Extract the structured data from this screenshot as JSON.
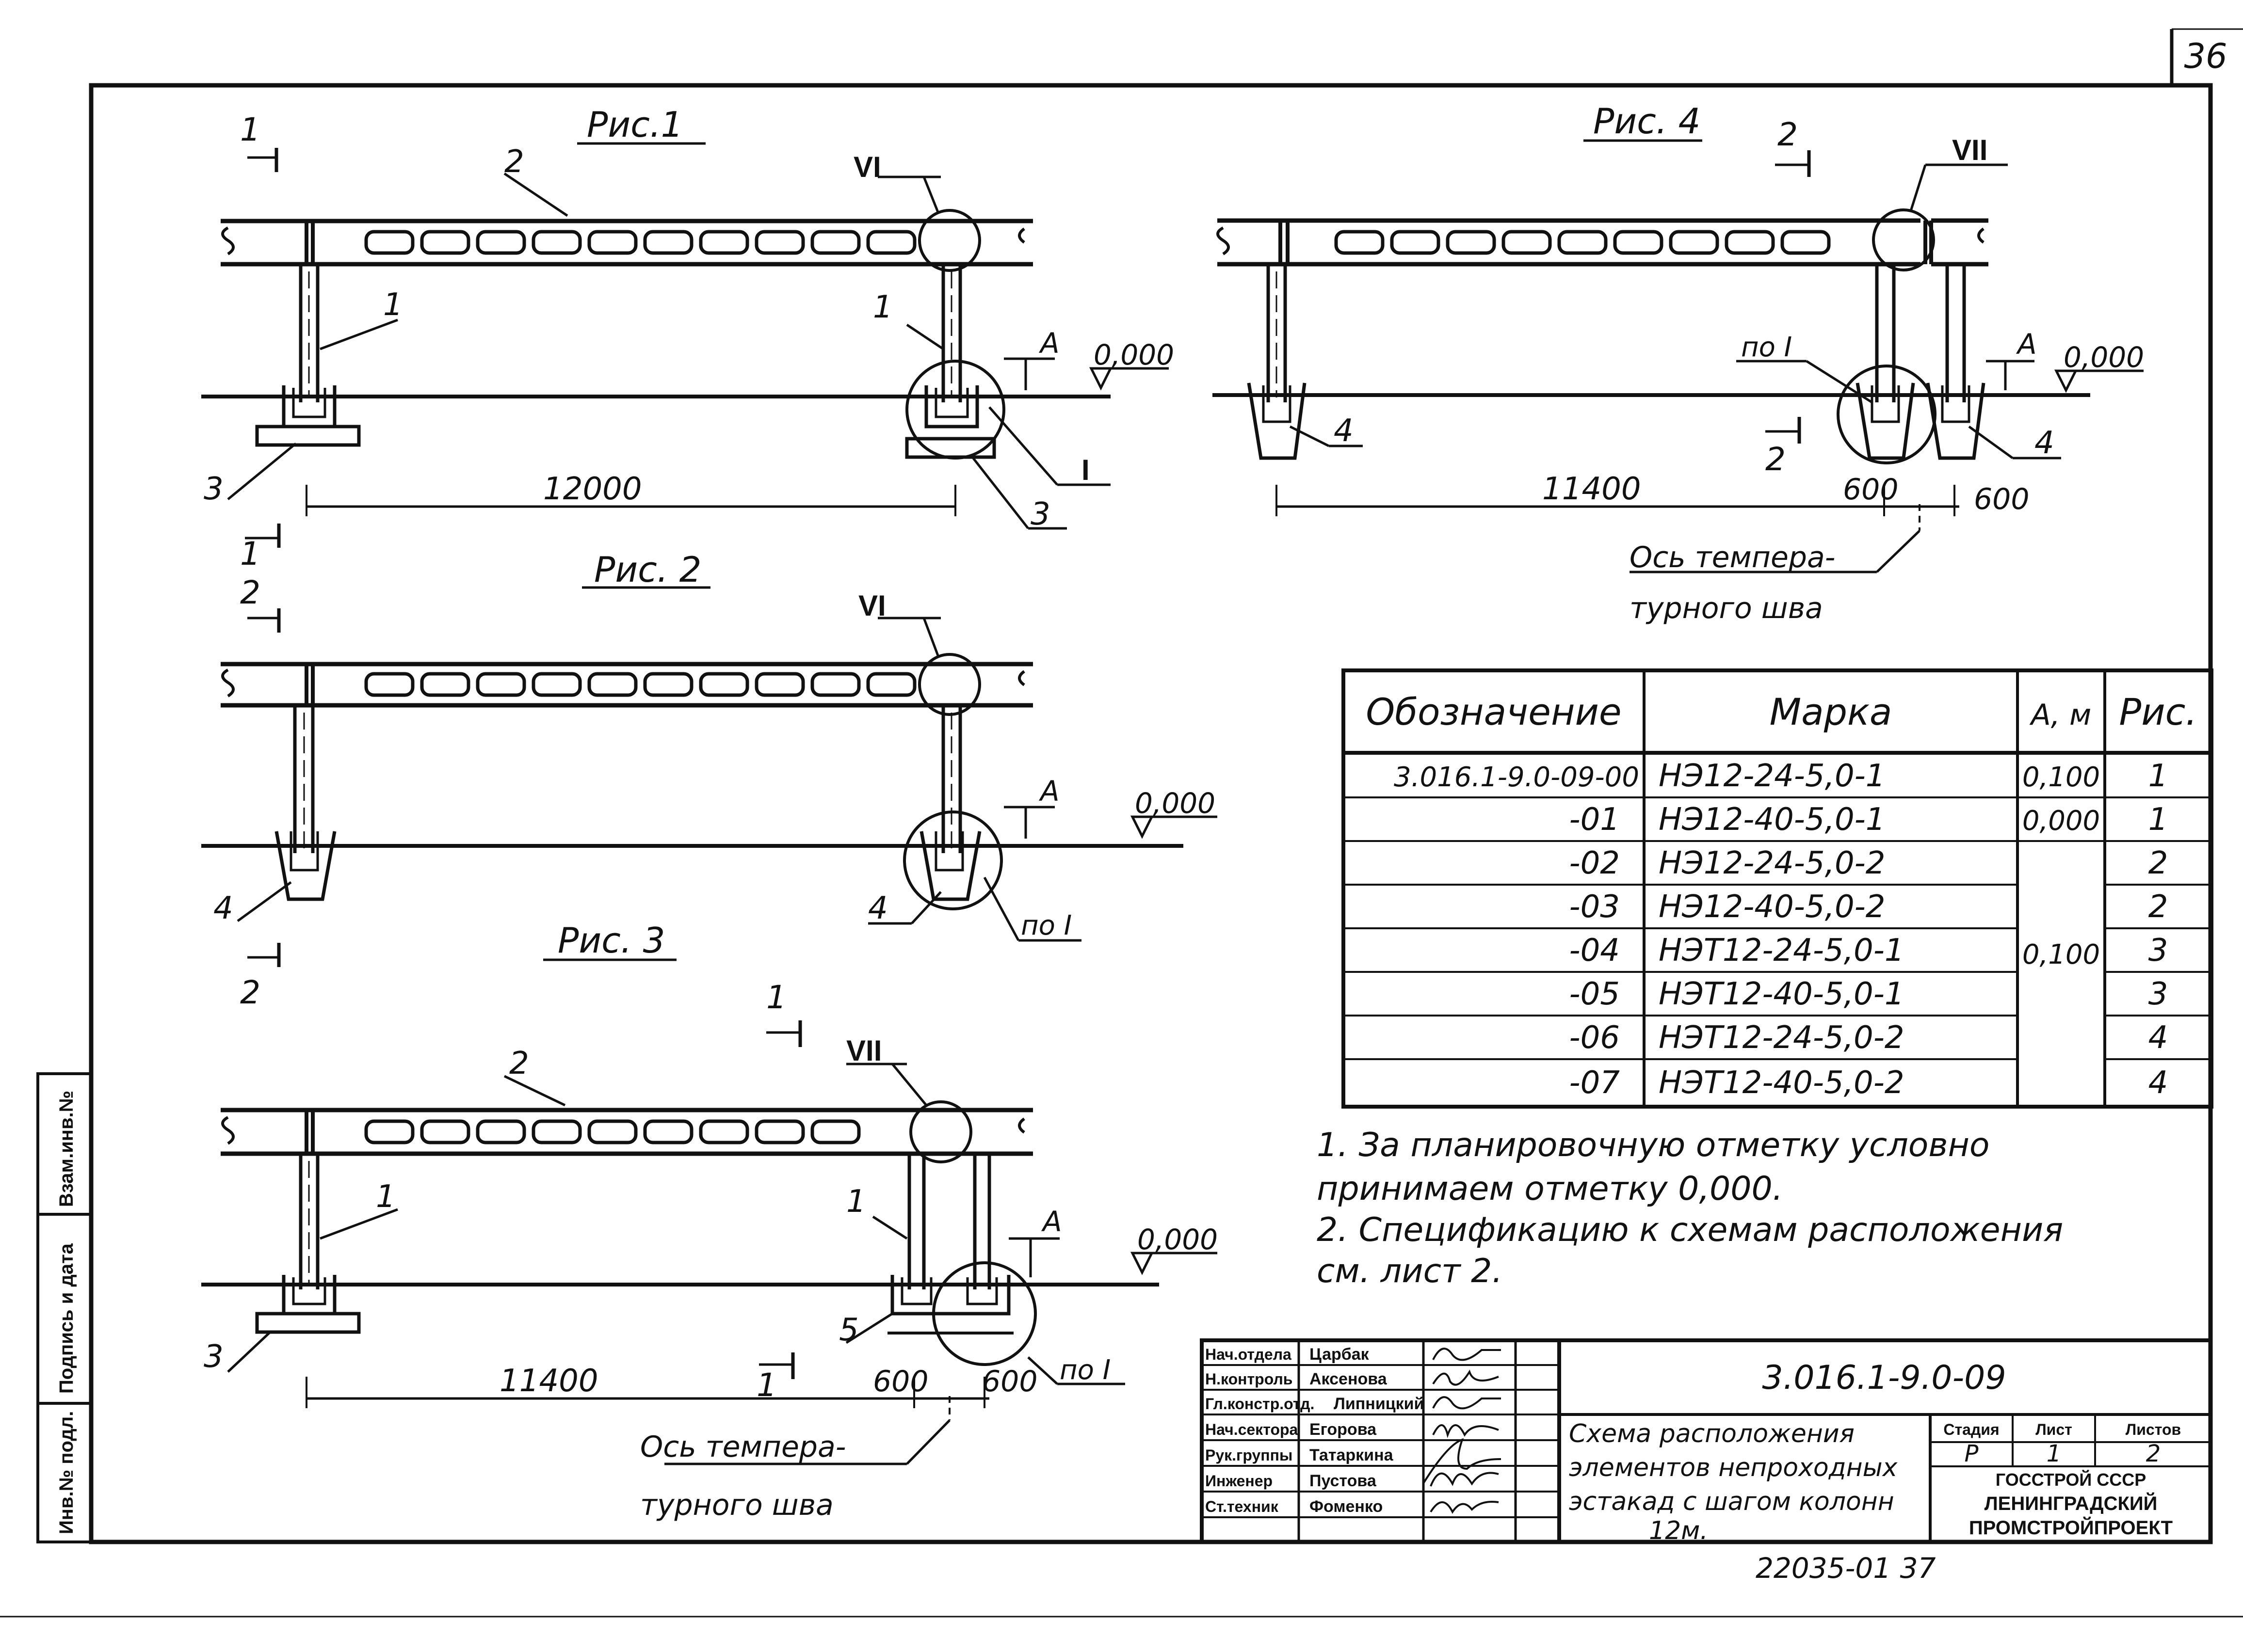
{
  "sheet": {
    "page_number": "36",
    "archive_number": "22035-01 37"
  },
  "figures": {
    "fig1": {
      "title": "Рис.1",
      "callouts": [
        "1",
        "2",
        "1",
        "3",
        "3",
        "VI",
        "I"
      ],
      "section_marks": [
        "1",
        "1"
      ],
      "dim_span": "12000",
      "level_a": "А",
      "level_mark": "0,000"
    },
    "fig2": {
      "title": "Рис. 2",
      "callouts": [
        "4",
        "4",
        "VI",
        "по I"
      ],
      "section_marks": [
        "2",
        "2"
      ],
      "level_a": "А",
      "level_mark": "0,000"
    },
    "fig3": {
      "title": "Рис. 3",
      "callouts": [
        "2",
        "1",
        "1",
        "3",
        "5",
        "VII",
        "по I"
      ],
      "section_marks": [
        "1",
        "1"
      ],
      "dim_span": "11400",
      "dim_a": "600",
      "dim_b": "600",
      "level_a": "А",
      "level_mark": "0,000",
      "joint_label_1": "Ось темпера-",
      "joint_label_2": "турного шва"
    },
    "fig4": {
      "title": "Рис. 4",
      "callouts": [
        "4",
        "4",
        "VII",
        "по I"
      ],
      "section_marks": [
        "2",
        "2"
      ],
      "dim_span": "11400",
      "dim_a": "600",
      "dim_b": "600",
      "level_a": "А",
      "level_mark": "0,000",
      "joint_label_1": "Ось темпера-",
      "joint_label_2": "турного шва"
    }
  },
  "spec_table": {
    "headers": [
      "Обозначение",
      "Марка",
      "А, м",
      "Рис."
    ],
    "rows": [
      {
        "designation": "3.016.1-9.0-09-00",
        "mark": "НЭ12-24-5,0-1",
        "a": "0,100",
        "fig": "1"
      },
      {
        "designation": "-01",
        "mark": "НЭ12-40-5,0-1",
        "a": "0,000",
        "fig": "1"
      },
      {
        "designation": "-02",
        "mark": "НЭ12-24-5,0-2",
        "a": "",
        "fig": "2"
      },
      {
        "designation": "-03",
        "mark": "НЭ12-40-5,0-2",
        "a": "0,100",
        "fig": "2"
      },
      {
        "designation": "-04",
        "mark": "НЭТ12-24-5,0-1",
        "a": "",
        "fig": "3"
      },
      {
        "designation": "-05",
        "mark": "НЭТ12-40-5,0-1",
        "a": "",
        "fig": "3"
      },
      {
        "designation": "-06",
        "mark": "НЭТ12-24-5,0-2",
        "a": "",
        "fig": "4"
      },
      {
        "designation": "-07",
        "mark": "НЭТ12-40-5,0-2",
        "a": "",
        "fig": "4"
      }
    ]
  },
  "notes": [
    "1.   За планировочную отметку условно",
    "принимаем    отметку  0,000.",
    "2.   Спецификацию   к схемам  расположения",
    "см.  лист  2."
  ],
  "side_stamp": [
    "Инв.№ подл.",
    "Подпись и дата",
    "Взам.инв.№"
  ],
  "title_block": {
    "roles": [
      "Нач.отдела",
      "Н.контроль",
      "Гл.констр.отд.",
      "Нач.сектора",
      "Рук.группы",
      "Инженер",
      "Ст.техник"
    ],
    "names": [
      "Царбак",
      "Аксенова",
      "Липницкий",
      "Егорова",
      "Татаркина",
      "Пустова",
      "Фоменко"
    ],
    "document_code": "3.016.1-9.0-09",
    "title_lines": [
      "Схема расположения",
      "элементов непроходных",
      "эстакад с шагом колонн",
      "12м."
    ],
    "stage_label": "Стадия",
    "sheet_label": "Лист",
    "sheets_label": "Листов",
    "stage": "Р",
    "sheet": "1",
    "sheets": "2",
    "org_lines": [
      "ГОССТРОЙ СССР",
      "ЛЕНИНГРАДСКИЙ",
      "ПРОМСТРОЙПРОЕКТ"
    ]
  }
}
